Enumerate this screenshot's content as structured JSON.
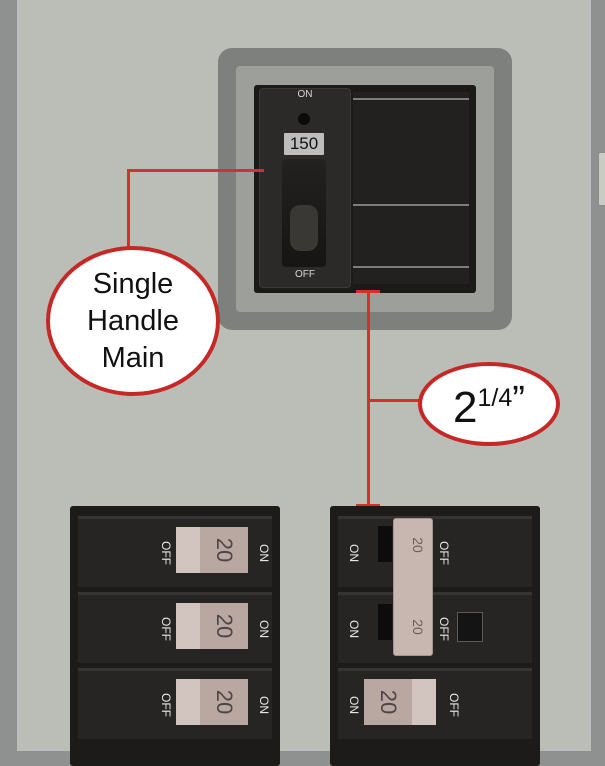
{
  "main_breaker": {
    "on_label": "ON",
    "off_label": "OFF",
    "rating": "150"
  },
  "callouts": {
    "main_label_lines": [
      "Single",
      "Handle",
      "Main"
    ],
    "dimension": {
      "whole": "2",
      "fraction": "1/4",
      "unit": "”"
    }
  },
  "branch_breakers": {
    "left": [
      {
        "off_label": "OFF",
        "rating": "20",
        "on_label": "ON"
      },
      {
        "off_label": "OFF",
        "rating": "20",
        "on_label": "ON"
      },
      {
        "off_label": "OFF",
        "rating": "20",
        "on_label": "ON"
      }
    ],
    "right": [
      {
        "on_label": "ON",
        "rating": "20",
        "off_label": "OFF"
      },
      {
        "on_label": "ON",
        "rating": "20",
        "off_label": "OFF"
      },
      {
        "on_label": "ON",
        "rating": "20",
        "off_label": "OFF"
      }
    ]
  },
  "colors": {
    "callout_red": "#d4302f",
    "panel_gray": "#bbbdb7",
    "handle_pink": "#b9a7a1"
  }
}
